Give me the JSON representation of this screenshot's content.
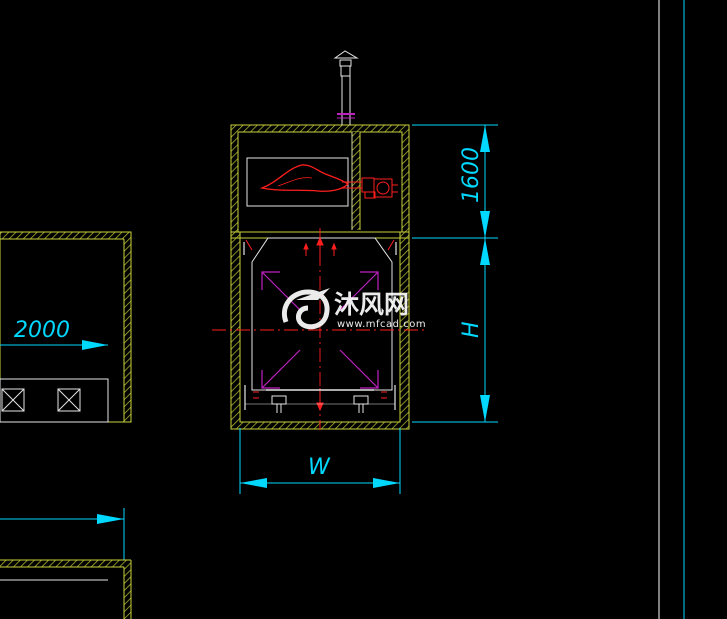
{
  "drawing": {
    "dimensions": {
      "upper_height": "1600",
      "lower_height": "H",
      "width": "W",
      "left_width": "2000"
    }
  },
  "watermark": {
    "brand_cn": "沐风网",
    "url": "www.mfcad.com"
  },
  "colors": {
    "background": "#000000",
    "structure": "#c8d23c",
    "dimension": "#00d8ff",
    "burner": "#ff1e1e",
    "flow": "#c020c0",
    "fixture": "#e6e6e6"
  }
}
